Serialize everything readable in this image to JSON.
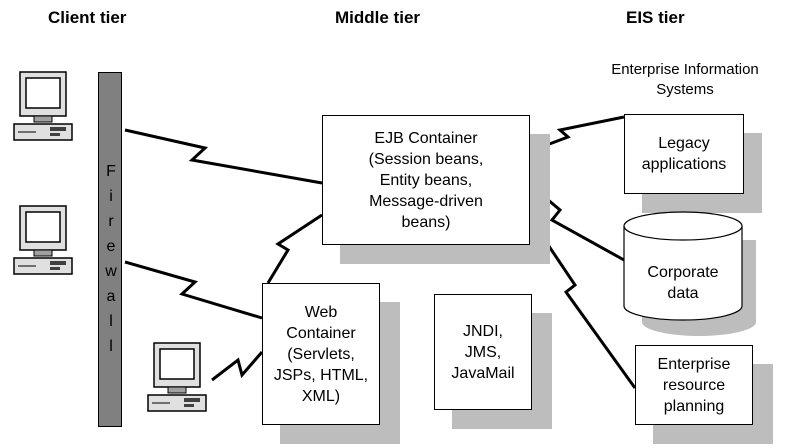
{
  "headers": {
    "client": "Client tier",
    "middle": "Middle tier",
    "eis": "EIS tier"
  },
  "firewall_letters": [
    "F",
    "i",
    "r",
    "e",
    "w",
    "a",
    "l",
    "l"
  ],
  "eis_label": [
    "Enterprise Information",
    "Systems"
  ],
  "boxes": {
    "ejb": [
      "EJB Container",
      "(Session beans,",
      "Entity beans,",
      "Message-driven",
      "beans)"
    ],
    "web": [
      "Web",
      "Container",
      "(Servlets,",
      "JSPs, HTML,",
      "XML)"
    ],
    "services": [
      "JNDI,",
      "JMS,",
      "JavaMail"
    ],
    "legacy": [
      "Legacy",
      "applications"
    ],
    "corporate": [
      "Corporate",
      "data"
    ],
    "erp": [
      "Enterprise",
      "resource",
      "planning"
    ]
  },
  "colors": {
    "firewall": "#808080",
    "shadow": "#bdbdbd",
    "line": "#000000"
  }
}
